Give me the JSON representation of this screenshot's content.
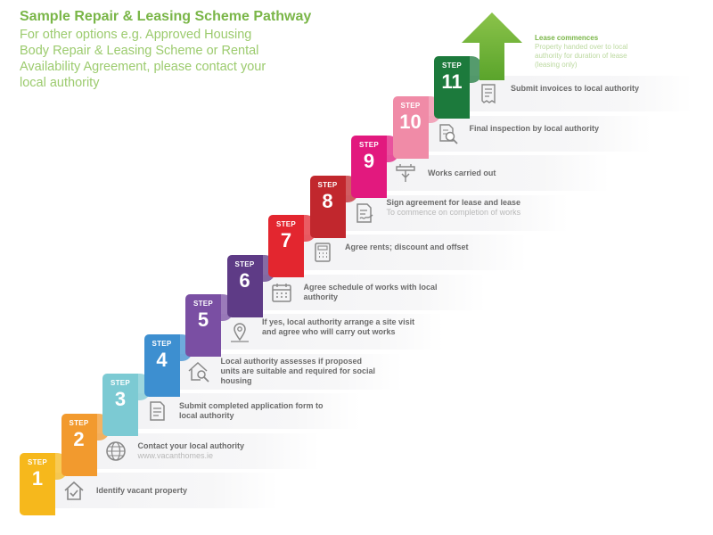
{
  "header": {
    "title": "Sample Repair & Leasing Scheme Pathway",
    "subtitle": "For other options e.g. Approved Housing Body Repair & Leasing Scheme or Rental Availability Agreement, please contact your local authority"
  },
  "step_label": "STEP",
  "final": {
    "title": "Lease commences",
    "desc": "Property handed over to local authority for duration of lease (leasing only)"
  },
  "steps": [
    {
      "num": "1",
      "text": "Identify vacant property",
      "sub": "",
      "icon": "house-check-icon",
      "color": "#f6b81c"
    },
    {
      "num": "2",
      "text": "Contact your local authority",
      "sub": "www.vacanthomes.ie",
      "icon": "globe-icon",
      "color": "#f29a2e"
    },
    {
      "num": "3",
      "text": "Submit completed application form to local authority",
      "sub": "",
      "icon": "document-icon",
      "color": "#7ccad3"
    },
    {
      "num": "4",
      "text": "Local authority assesses if proposed units are suitable and required for social housing",
      "sub": "",
      "icon": "house-search-icon",
      "color": "#3d8fd0"
    },
    {
      "num": "5",
      "text": "If yes, local authority arrange a site visit and agree who will carry out works",
      "sub": "",
      "icon": "map-pin-icon",
      "color": "#7a4fa3"
    },
    {
      "num": "6",
      "text": "Agree schedule of works with local authority",
      "sub": "",
      "icon": "calendar-icon",
      "color": "#5e3b86"
    },
    {
      "num": "7",
      "text": "Agree rents; discount and offset",
      "sub": "",
      "icon": "calculator-icon",
      "color": "#e3262f"
    },
    {
      "num": "8",
      "text": "Sign agreement for lease and lease",
      "sub": "To commence on completion of works",
      "icon": "signed-document-icon",
      "color": "#c1272d"
    },
    {
      "num": "9",
      "text": "Works carried out",
      "sub": "",
      "icon": "tools-icon",
      "color": "#e2197e"
    },
    {
      "num": "10",
      "text": "Final inspection by local authority",
      "sub": "",
      "icon": "inspection-icon",
      "color": "#f08ba7"
    },
    {
      "num": "11",
      "text": "Submit invoices to local authority",
      "sub": "",
      "icon": "invoice-icon",
      "color": "#1c7a3c"
    }
  ]
}
